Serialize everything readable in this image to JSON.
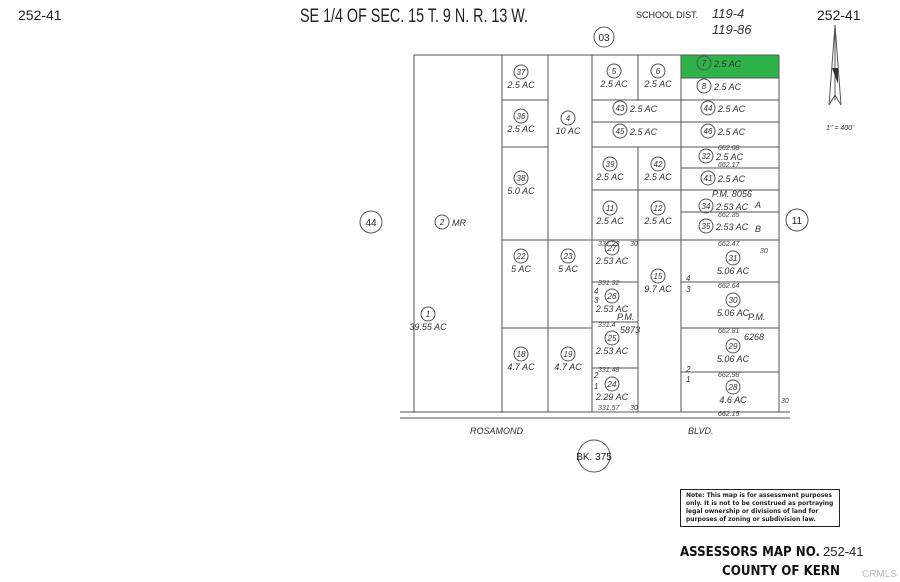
{
  "header": {
    "map_no_left": "252-41",
    "map_no_right": "252-41",
    "title": "SE 1/4 OF SEC. 15 T. 9 N. R. 13 W.",
    "school_dist_label": "SCHOOL DIST.",
    "school_dist_1": "119-4",
    "school_dist_2": "119-86"
  },
  "adjacent": {
    "top": "03",
    "left": "44",
    "right": "11",
    "book": "BK. 375"
  },
  "scale": "1\" = 400'",
  "street": {
    "name_1": "ROSAMOND",
    "name_2": "BLVD."
  },
  "highlight_color": "#2fb24a",
  "highlighted_parcel": "7",
  "parcels": [
    {
      "number": "1",
      "acreage": "39.55 AC"
    },
    {
      "number": "2",
      "acreage": "MR"
    },
    {
      "number": "37",
      "acreage": "2.5 AC"
    },
    {
      "number": "36",
      "acreage": "2.5 AC"
    },
    {
      "number": "38",
      "acreage": "5.0 AC"
    },
    {
      "number": "22",
      "acreage": "5 AC"
    },
    {
      "number": "18",
      "acreage": "4.7 AC"
    },
    {
      "number": "4",
      "acreage": "10 AC"
    },
    {
      "number": "23",
      "acreage": "5 AC"
    },
    {
      "number": "19",
      "acreage": "4.7 AC"
    },
    {
      "number": "5",
      "acreage": "2.5 AC"
    },
    {
      "number": "6",
      "acreage": "2.5 AC"
    },
    {
      "number": "43",
      "acreage": "2.5 AC"
    },
    {
      "number": "45",
      "acreage": "2.5 AC"
    },
    {
      "number": "39",
      "acreage": "2.5 AC"
    },
    {
      "number": "42",
      "acreage": "2.5 AC"
    },
    {
      "number": "11",
      "acreage": "2.5 AC"
    },
    {
      "number": "12",
      "acreage": "2.5 AC"
    },
    {
      "number": "27",
      "acreage": "2.53 AC"
    },
    {
      "number": "26",
      "acreage": "2.53 AC"
    },
    {
      "number": "25",
      "acreage": "2.53 AC"
    },
    {
      "number": "24",
      "acreage": "2.29 AC"
    },
    {
      "number": "15",
      "acreage": "9.7 AC"
    },
    {
      "number": "7",
      "acreage": "2.5 AC"
    },
    {
      "number": "8",
      "acreage": "2.5 AC"
    },
    {
      "number": "44",
      "acreage": "2.5 AC"
    },
    {
      "number": "46",
      "acreage": "2.5 AC"
    },
    {
      "number": "32",
      "acreage": "2.5 AC"
    },
    {
      "number": "41",
      "acreage": "2.5 AC"
    },
    {
      "number": "34",
      "acreage": "2.53 AC"
    },
    {
      "number": "35",
      "acreage": "2.53 AC"
    },
    {
      "number": "31",
      "acreage": "5.06 AC"
    },
    {
      "number": "30",
      "acreage": "5.06 AC"
    },
    {
      "number": "29",
      "acreage": "5.06 AC"
    },
    {
      "number": "28",
      "acreage": "4.6 AC"
    }
  ],
  "parcel_maps": [
    {
      "label": "P.M. 8056",
      "lot_a": "A",
      "lot_b": "B"
    },
    {
      "label": "P.M.",
      "number": "5873"
    },
    {
      "label": "P.M.",
      "number": "6268"
    }
  ],
  "dimensions": [
    "662.08",
    "662.17",
    "662.35",
    "662.47",
    "662.64",
    "662.81",
    "662.98",
    "662.15",
    "331.23",
    "331.32",
    "331.4",
    "331.48",
    "331.57",
    "30",
    "30",
    "30",
    "30"
  ],
  "lot_numbers": [
    "4",
    "3",
    "2",
    "1",
    "4",
    "3",
    "2",
    "1"
  ],
  "note": "Note: This map is for assessment purposes only. It is not to be construed as portraying legal ownership or divisions of land for purposes of zoning or subdivision law.",
  "footer": {
    "title": "ASSESSORS MAP NO.",
    "map_no": "252-41",
    "county": "COUNTY OF KERN"
  },
  "watermark": "CRMLS"
}
